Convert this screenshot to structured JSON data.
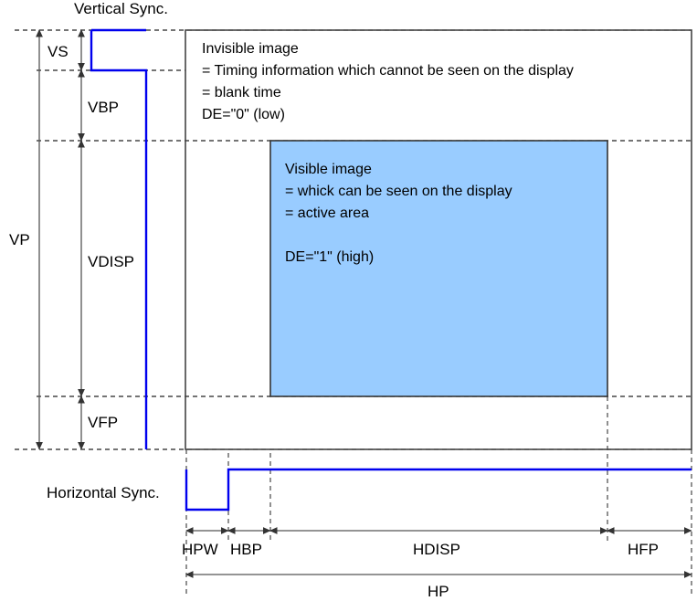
{
  "diagram": {
    "title_vertical": "Vertical Sync.",
    "title_horizontal": "Horizontal Sync.",
    "vertical_labels": {
      "vp": "VP",
      "vs": "VS",
      "vbp": "VBP",
      "vdisp": "VDISP",
      "vfp": "VFP"
    },
    "horizontal_labels": {
      "hpw": "HPW",
      "hbp": "HBP",
      "hdisp": "HDISP",
      "hfp": "HFP",
      "hp": "HP"
    },
    "invisible_block": {
      "line1": "Invisible image",
      "line2": "= Timing information which cannot be seen on the display",
      "line3": "= blank time",
      "line4": "DE=\"0\" (low)"
    },
    "visible_block": {
      "line1": "Visible image",
      "line2": "= whick can be seen on the display",
      "line3": "= active area",
      "line4": "DE=\"1\" (high)"
    },
    "colors": {
      "signal": "#0000ee",
      "active_area_fill": "#99ccff",
      "active_area_stroke": "#333333",
      "frame": "#444444",
      "guide": "#000000"
    }
  }
}
